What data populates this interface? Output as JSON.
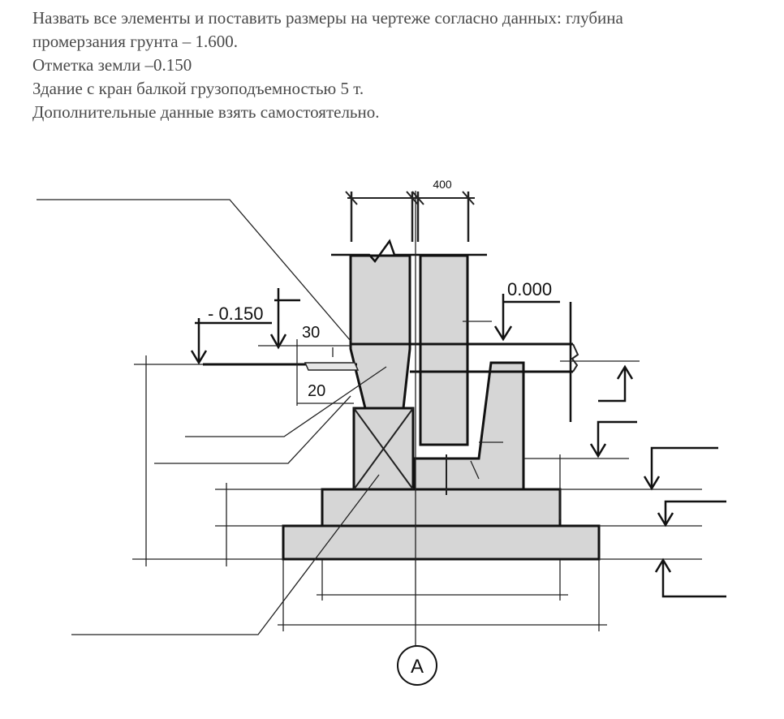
{
  "task": {
    "line1": "Назвать все элементы и поставить размеры на чертеже согласно данных: глубина",
    "line2": "промерзания грунта – 1.600.",
    "line3": "Отметка земли –0.150",
    "line4": "Здание с кран балкой грузоподъемностью 5 т.",
    "line5": "Дополнительные данные взять самостоятельно."
  },
  "drawing": {
    "dim_top": "400",
    "level_floor": "0.000",
    "level_ground": "- 0.150",
    "dim_30": "30",
    "dim_20": "20",
    "axis_label": "А"
  },
  "colors": {
    "fill": "#d6d6d6",
    "line": "#111111",
    "text": "#4a4a4a"
  }
}
